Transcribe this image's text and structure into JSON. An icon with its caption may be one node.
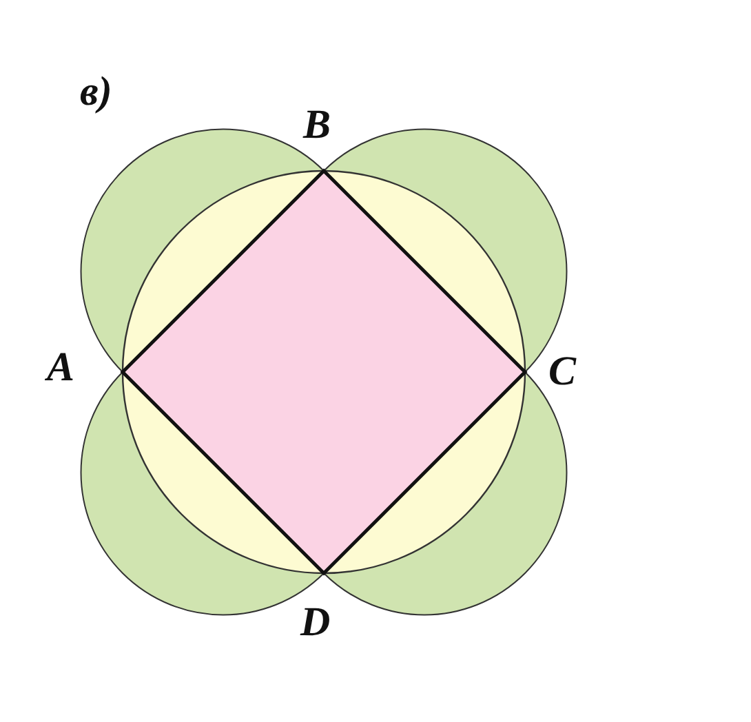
{
  "diagram": {
    "labels": [
      "в)",
      "B",
      "A",
      "C",
      "D"
    ]
  }
}
